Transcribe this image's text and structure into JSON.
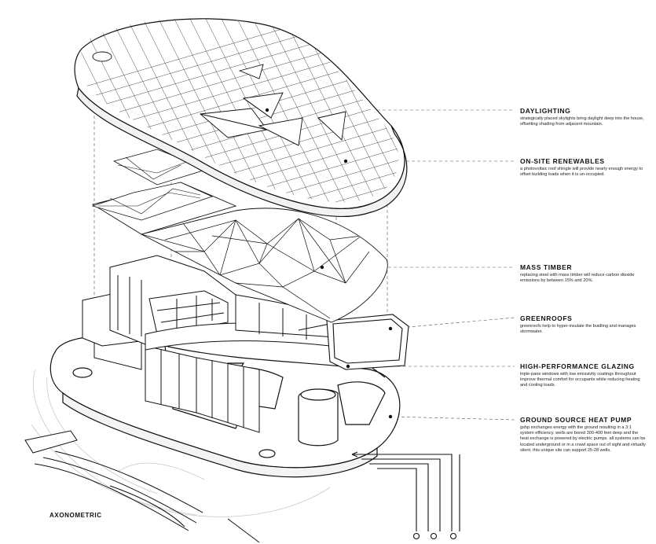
{
  "view_label": "AXONOMETRIC",
  "notes": [
    {
      "title": "DAYLIGHTING",
      "text": "strategically placed skylights bring daylight deep into the house, offsetting shading from adjacent mountain."
    },
    {
      "title": "ON-SITE RENEWABLES",
      "text": "a photovoltaic roof shingle will provide nearly enough energy to offset building loads when it is un-occupied."
    },
    {
      "title": "MASS TIMBER",
      "text": "replacing steel with mass timber will reduce carbon dioxide emissions by between 15% and 20%."
    },
    {
      "title": "GREENROOFS",
      "text": "greenroofs help to hyper-insulate the buidling and manages stormwater."
    },
    {
      "title": "HIGH-PERFORMANCE GLAZING",
      "text": "triple-pane windows with low emissivity coatings throughout improve thermal comfort for occupants while reducing heating and cooling loads."
    },
    {
      "title": "GROUND SOURCE HEAT PUMP",
      "text": "gshp exchanges energy with the ground resulting in a 3:1 system efficiency. wells are bored 300-400 feet deep and the heat exchange is powered by electric pumps. all systems can be located underground or in a crawl space out of sight and virtually silent. this unique site can support 25-28 wells."
    }
  ]
}
